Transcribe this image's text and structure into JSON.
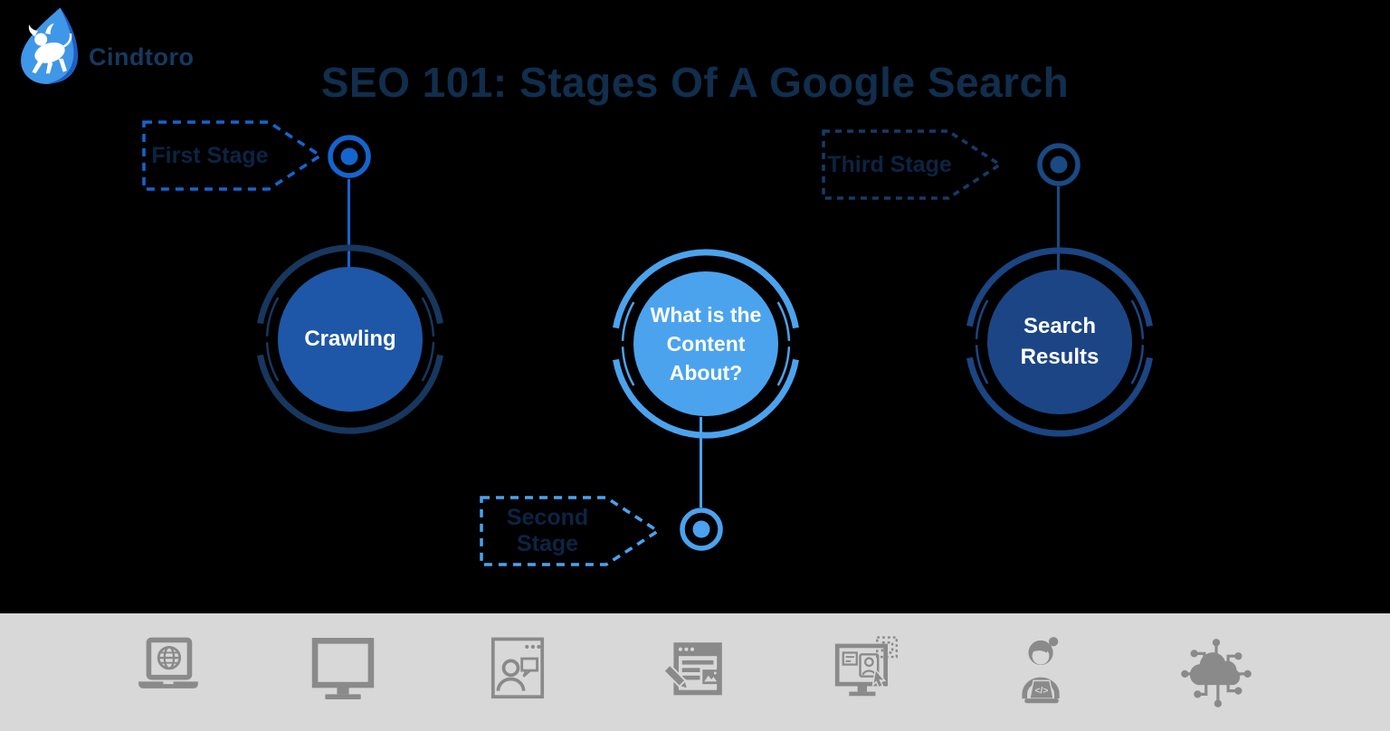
{
  "brand": {
    "name": "Cindtoro"
  },
  "title": "SEO 101: Stages Of A Google Search",
  "stages": [
    {
      "tag_label": "First Stage",
      "circle_label": "Crawling",
      "tag_color": "#1565cf",
      "dot_color": "#1565cf",
      "line_color": "#1565cf",
      "arc_color": "#17375e",
      "circle_fill": "#1e57a8",
      "circle_text_color": "#ffffff"
    },
    {
      "tag_label": "Second Stage",
      "circle_label": "What is the Content About?",
      "tag_color": "#4aa2f0",
      "dot_color": "#4aa2f0",
      "line_color": "#4aa2f0",
      "arc_color": "#4ba3ee",
      "circle_fill": "#4ba3ee",
      "circle_text_color": "#ffffff"
    },
    {
      "tag_label": "Third Stage",
      "circle_label": "Search Results",
      "tag_color": "#163c68",
      "dot_color": "#194a84",
      "line_color": "#194a84",
      "arc_color": "#1b4583",
      "circle_fill": "#1c4586",
      "circle_text_color": "#ffffff"
    }
  ],
  "footer": {
    "background": "#d8d8d8",
    "icon_color": "#8a8a8a",
    "icons": [
      "laptop-globe",
      "desktop-monitor",
      "browser-video-chat",
      "content-writing",
      "profile-monitor",
      "developer-at-laptop",
      "cloud-network"
    ]
  },
  "colors": {
    "background": "#000000",
    "title_text": "#112e4d",
    "brand_text": "#17395f",
    "tag_text": "#0c2443"
  }
}
